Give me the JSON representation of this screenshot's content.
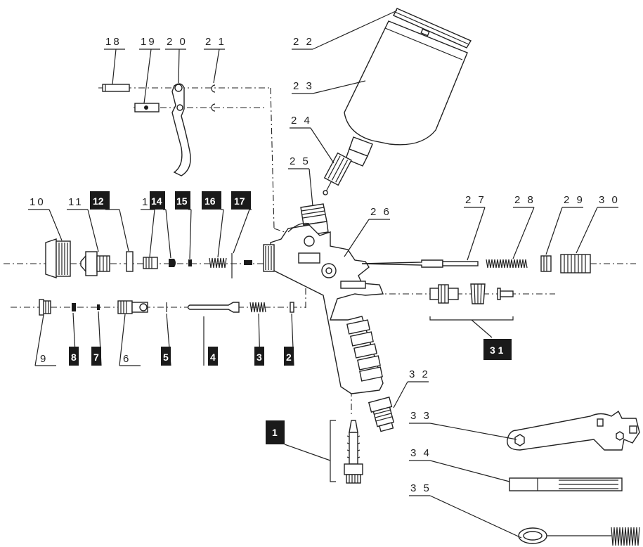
{
  "labels": {
    "p1": "1",
    "p2": "2",
    "p3": "3",
    "p4": "4",
    "p5": "5",
    "p6": "6",
    "p7": "7",
    "p8": "8",
    "p9": "9",
    "p10": "10",
    "p11": "11",
    "p12": "12",
    "p13": "13",
    "p14": "14",
    "p15": "15",
    "p16": "16",
    "p17": "17",
    "p18": "18",
    "p19": "19",
    "p20": "2 0",
    "p21": "2 1",
    "p22": "2 2",
    "p23": "2 3",
    "p24": "2 4",
    "p25": "2 5",
    "p26": "2 6",
    "p27": "2 7",
    "p28": "2 8",
    "p29": "2 9",
    "p30": "3 0",
    "p31": "3 1",
    "p32": "3 2",
    "p33": "3 3",
    "p34": "3 4",
    "p35": "3 5"
  },
  "highlighted_labels": [
    "1",
    "2",
    "3",
    "4",
    "5",
    "7",
    "8",
    "12",
    "14",
    "15",
    "16",
    "17",
    "31"
  ],
  "colors": {
    "ink": "#222222",
    "highlight_box": "#1a1a1a",
    "background": "#ffffff"
  }
}
